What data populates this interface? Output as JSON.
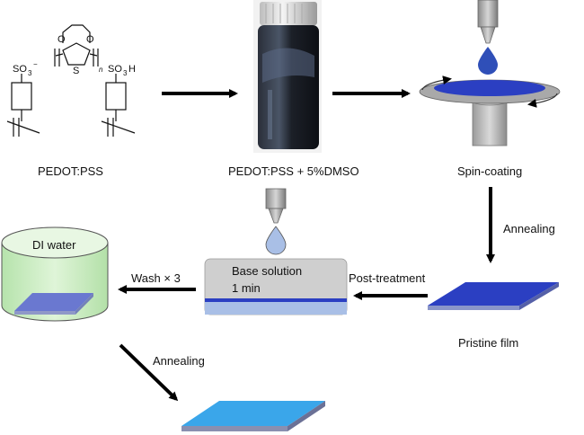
{
  "labels": {
    "pedot_pss": "PEDOT:PSS",
    "pedot_pss_dmso": "PEDOT:PSS + 5%DMSO",
    "spin_coating": "Spin-coating",
    "annealing_1": "Annealing",
    "pristine_film": "Pristine film",
    "post_treatment": "Post-treatment",
    "base_solution": "Base solution",
    "time": "1 min",
    "wash": "Wash × 3",
    "di_water": "DI water",
    "annealing_2": "Annealing"
  },
  "molecule": {
    "so3_left": "SO",
    "so3_left_sub": "3",
    "so3_left_charge": "−",
    "o_top_left": "O",
    "o_top_right": "O",
    "s_ring": "S",
    "n_sub": "n",
    "so3h_right": "SO",
    "so3h_right_sub": "3",
    "so3h_right_h": "H"
  },
  "colors": {
    "film_dark_blue": "#2b3fc2",
    "film_light_blue": "#3aa6ea",
    "drop_blue": "#2f4fb8",
    "water_green": "#c9ecc0",
    "base_solution_gray": "#cfcfcf",
    "arrow_black": "#000000"
  }
}
